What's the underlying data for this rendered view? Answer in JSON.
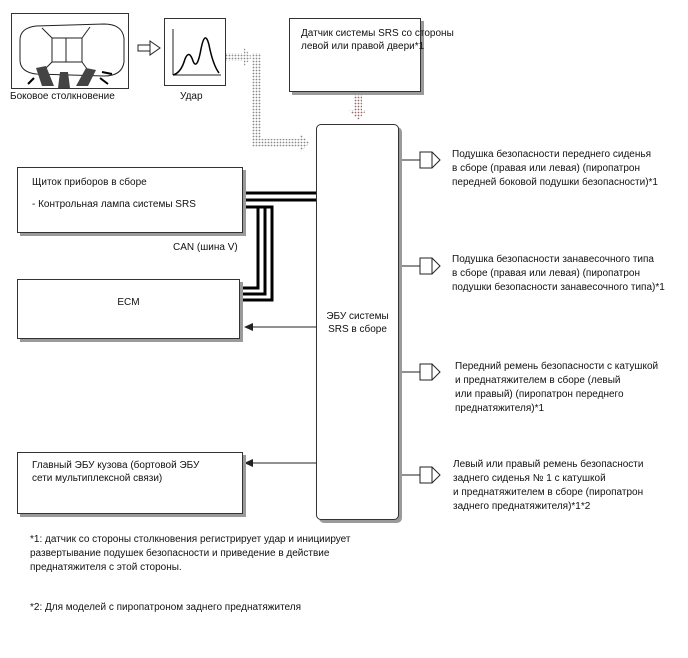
{
  "input": {
    "collision_label": "Боковое столкновение",
    "impact_label": "Удар"
  },
  "sensor": {
    "line1": "Датчик системы SRS со стороны",
    "line2": "левой или правой двери*1"
  },
  "instrument_panel": {
    "title": "Щиток приборов в сборе",
    "lamp": "- Контрольная лампа системы SRS"
  },
  "can_label": "CAN (шина V)",
  "ecm_label": "ECM",
  "srs_ecu": {
    "line1": "ЭБУ системы",
    "line2": "SRS в сборе"
  },
  "body_ecu": {
    "line1": "Главный ЭБУ кузова (бортовой ЭБУ",
    "line2": "сети мультиплексной связи)"
  },
  "outputs": [
    {
      "lines": [
        "Подушка безопасности переднего сиденья",
        "в сборе (правая или левая) (пиропатрон",
        "передней боковой подушки безопасности)*1"
      ]
    },
    {
      "lines": [
        "Подушка безопасности занавесочного типа",
        "в сборе (правая или левая) (пиропатрон",
        "подушки безопасности занавесочного типа)*1"
      ]
    },
    {
      "lines": [
        "Передний ремень безопасности с катушкой",
        "и преднатяжителем в сборе (левый",
        "или правый) (пиропатрон переднего",
        "преднатяжителя)*1"
      ]
    },
    {
      "lines": [
        "Левый или правый ремень безопасности",
        "заднего сиденья № 1 с катушкой",
        "и преднатяжителем в сборе (пиропатрон",
        "заднего преднатяжителя)*1*2"
      ]
    }
  ],
  "notes": {
    "note1_line1": "*1: датчик со стороны столкновения регистрирует удар и инициирует",
    "note1_line2": "развертывание подушек безопасности и приведение в действие",
    "note1_line3": "преднатяжителя с этой стороны.",
    "note2": "*2: Для моделей с пиропатроном заднего преднатяжителя"
  }
}
